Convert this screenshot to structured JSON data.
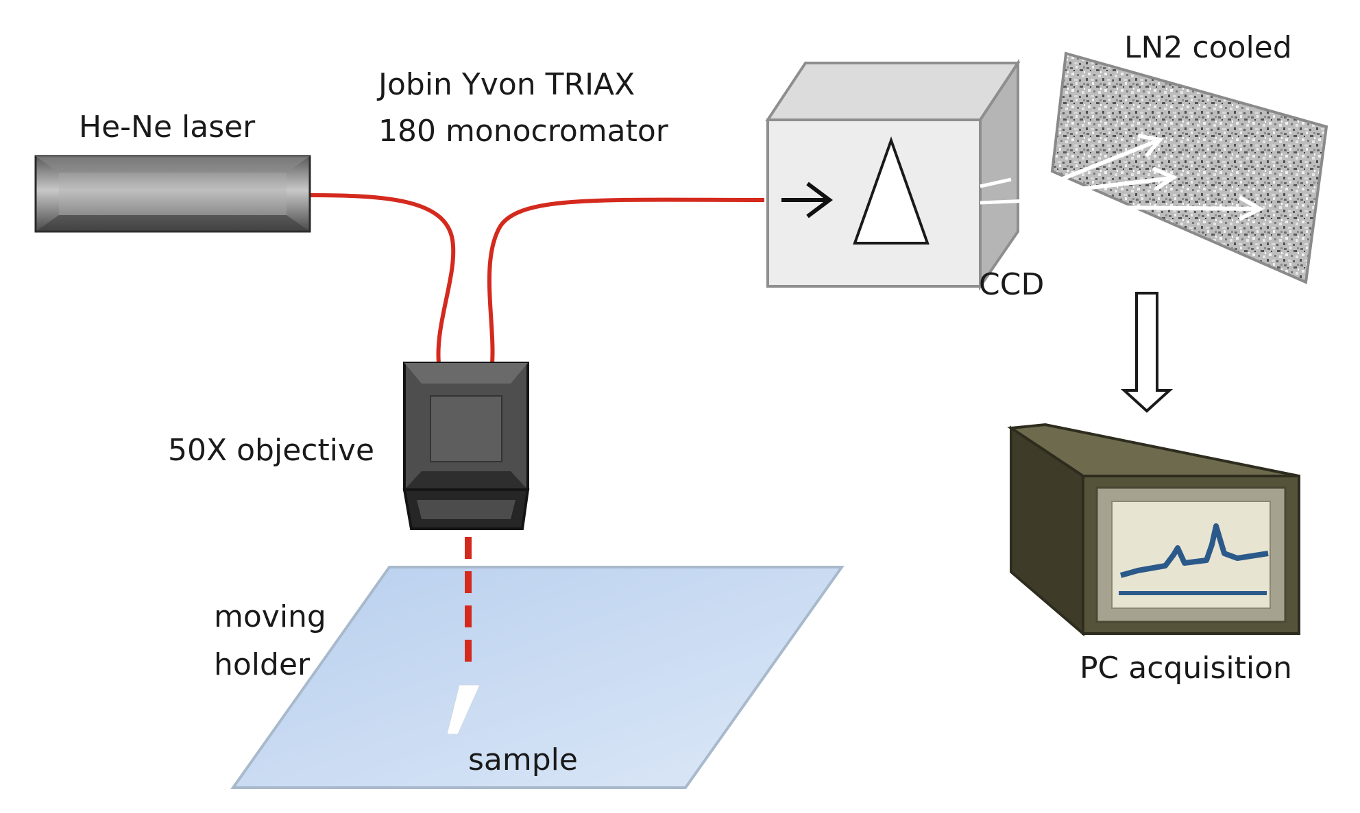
{
  "labels": {
    "laser": "He-Ne laser",
    "monochromator_line1": "Jobin Yvon TRIAX",
    "monochromator_line2": "180 monocromator",
    "ccd_cooling": "LN2 cooled",
    "ccd": "CCD",
    "objective": "50X objective",
    "holder_line1": "moving",
    "holder_line2": "holder",
    "sample": "sample",
    "pc": "PC acquisition"
  },
  "colors": {
    "fiber": "#d42a1e",
    "holder_fill": "#c9dcf2",
    "pc_trace": "#2b5a8a",
    "pc_case": "#4e4a33",
    "monitor_screen": "#e8e4d2"
  },
  "icons": {
    "laser": "laser-tube-icon",
    "monochromator": "grating-box-icon",
    "ccd": "ccd-chip-icon",
    "objective": "microscope-objective-icon",
    "pc": "monitor-spectrum-icon",
    "flow": "hollow-down-arrow-icon"
  }
}
